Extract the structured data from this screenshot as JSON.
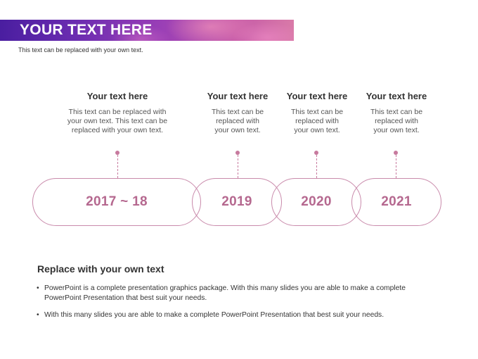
{
  "header": {
    "title": "YOUR TEXT HERE",
    "subtitle": "This text can be replaced with your own text."
  },
  "timeline": {
    "columns": [
      {
        "title": "Your text here",
        "lines": [
          "This text can be replaced with",
          "your own text. This text can be",
          "replaced with your own text."
        ]
      },
      {
        "title": "Your text here",
        "lines": [
          "This text can be",
          "replaced with",
          "your own text."
        ]
      },
      {
        "title": "Your text here",
        "lines": [
          "This text can be",
          "replaced with",
          "your own text."
        ]
      },
      {
        "title": "Your text here",
        "lines": [
          "This text can be",
          "replaced with",
          "your own text."
        ]
      }
    ],
    "years": [
      "2017 ~ 18",
      "2019",
      "2020",
      "2021"
    ]
  },
  "section": {
    "title": "Replace with your own text",
    "bullets": [
      {
        "line1": "PowerPoint is a complete presentation graphics package. With this many slides you are able to make a complete",
        "line2": "PowerPoint Presentation that best suit your needs."
      },
      {
        "line1": "With this many slides you are able to make a complete PowerPoint Presentation that best suit your needs.",
        "line2": ""
      }
    ],
    "bullet_glyph": "•"
  },
  "colors": {
    "accent": "#b5688f",
    "pill_border": "#c98aab",
    "banner_start": "#4a1ea0",
    "banner_end": "#d97aa8"
  }
}
